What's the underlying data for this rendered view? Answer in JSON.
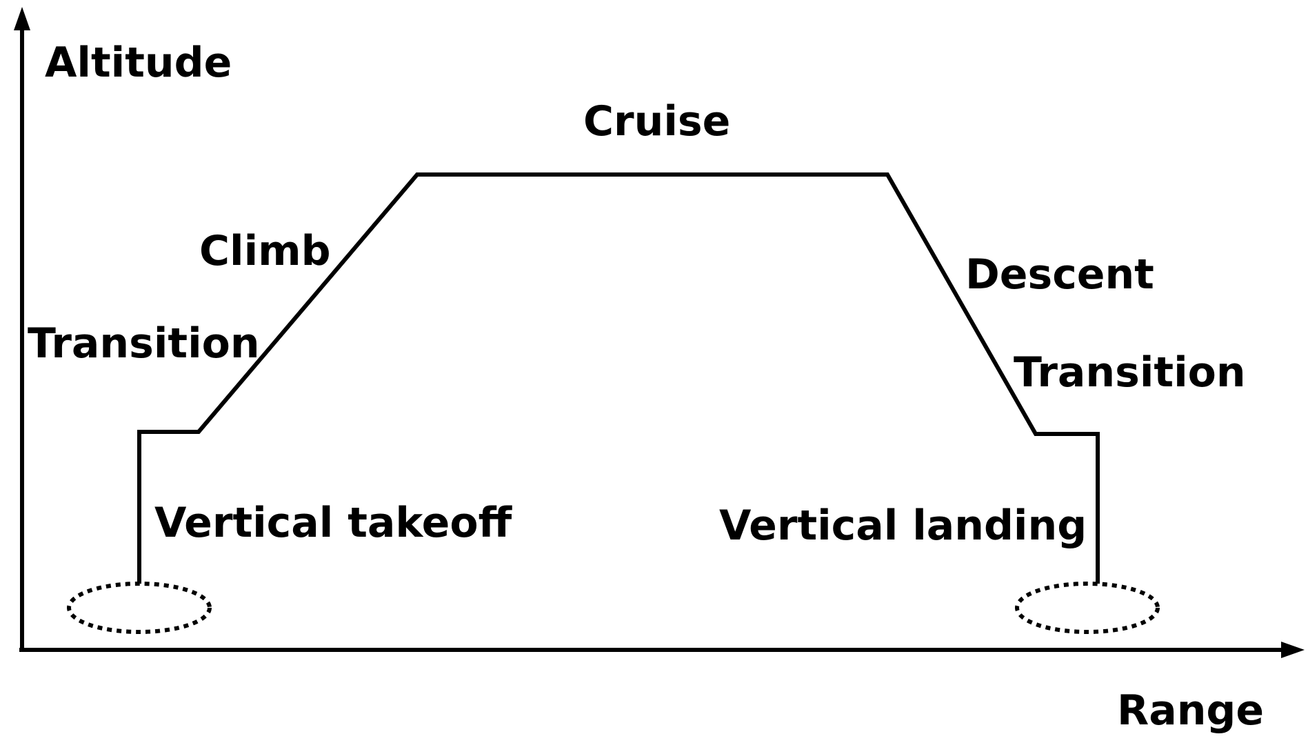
{
  "axes": {
    "y_label": "Altitude",
    "x_label": "Range"
  },
  "phases": {
    "vertical_takeoff": "Vertical takeoff",
    "transition_start": "Transition",
    "climb": "Climb",
    "cruise": "Cruise",
    "descent": "Descent",
    "transition_end": "Transition",
    "vertical_landing": "Vertical landing"
  },
  "colors": {
    "line": "#000000",
    "background": "#ffffff"
  }
}
